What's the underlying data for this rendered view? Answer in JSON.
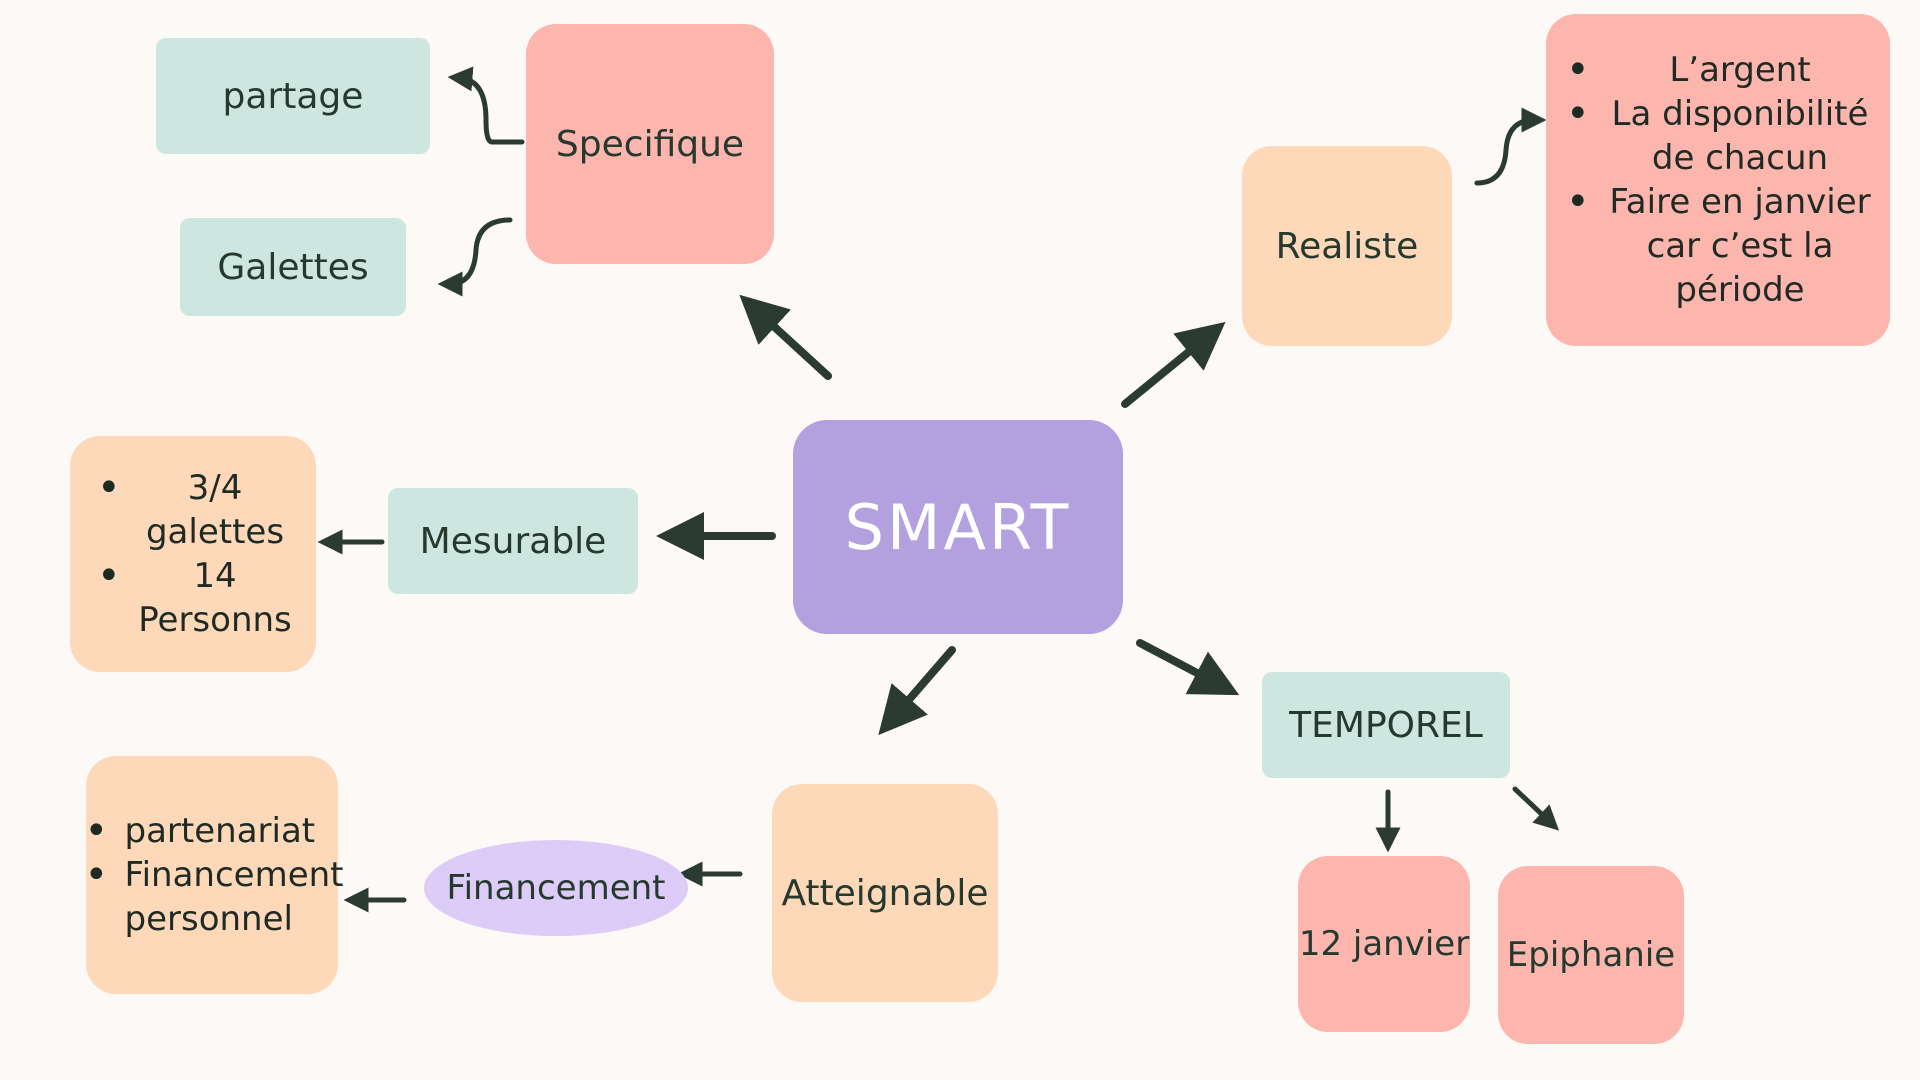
{
  "center": {
    "label": "SMART"
  },
  "specifique": {
    "label": "Specifique",
    "children": [
      "partage",
      "Galettes"
    ]
  },
  "mesurable": {
    "label": "Mesurable",
    "details": [
      "3/4 galettes",
      "14 Personns"
    ]
  },
  "atteignable": {
    "label": "Atteignable",
    "child": "Financement",
    "details": [
      "partenariat",
      "Financement personnel"
    ]
  },
  "realiste": {
    "label": "Realiste",
    "details": [
      "L’argent",
      "La disponibilité de chacun",
      "Faire en janvier car c’est la période"
    ]
  },
  "temporel": {
    "label": "TEMPOREL",
    "children": [
      "12 janvier",
      "Epiphanie"
    ]
  },
  "colors": {
    "background": "#fdf9f6",
    "center": "#b2a1de",
    "teal": "#cde6df",
    "peach": "#fdd9b9",
    "pink": "#fdb6ae",
    "lilac": "#dcccf7",
    "arrow": "#2b3b33"
  }
}
